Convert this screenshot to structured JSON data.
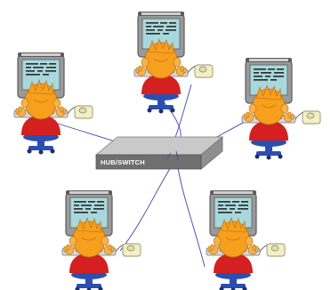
{
  "hub": {
    "label": "HUB/SWITCH"
  },
  "nodes": [
    {
      "id": "computer-top",
      "kind": "workstation"
    },
    {
      "id": "computer-upper-left",
      "kind": "workstation"
    },
    {
      "id": "computer-upper-right",
      "kind": "workstation"
    },
    {
      "id": "computer-lower-left",
      "kind": "workstation"
    },
    {
      "id": "computer-lower-right",
      "kind": "workstation"
    }
  ],
  "connections": [
    {
      "from": "computer-top",
      "to": "hub"
    },
    {
      "from": "computer-upper-left",
      "to": "hub"
    },
    {
      "from": "computer-upper-right",
      "to": "hub"
    },
    {
      "from": "computer-lower-left",
      "to": "hub"
    },
    {
      "from": "computer-lower-right",
      "to": "hub"
    }
  ],
  "colors": {
    "cable": "#3f46a8",
    "monitor": "#9a9a9a",
    "monitor_dark": "#5c5c5c",
    "screen": "#a8d8dc",
    "hair": "#f7a01e",
    "skin": "#f7b24a",
    "shirt": "#d42020",
    "chair": "#2a4fb0",
    "hub": "#b8b8b8",
    "hub_front": "#6f6f6f",
    "mouse": "#f3efc6"
  }
}
